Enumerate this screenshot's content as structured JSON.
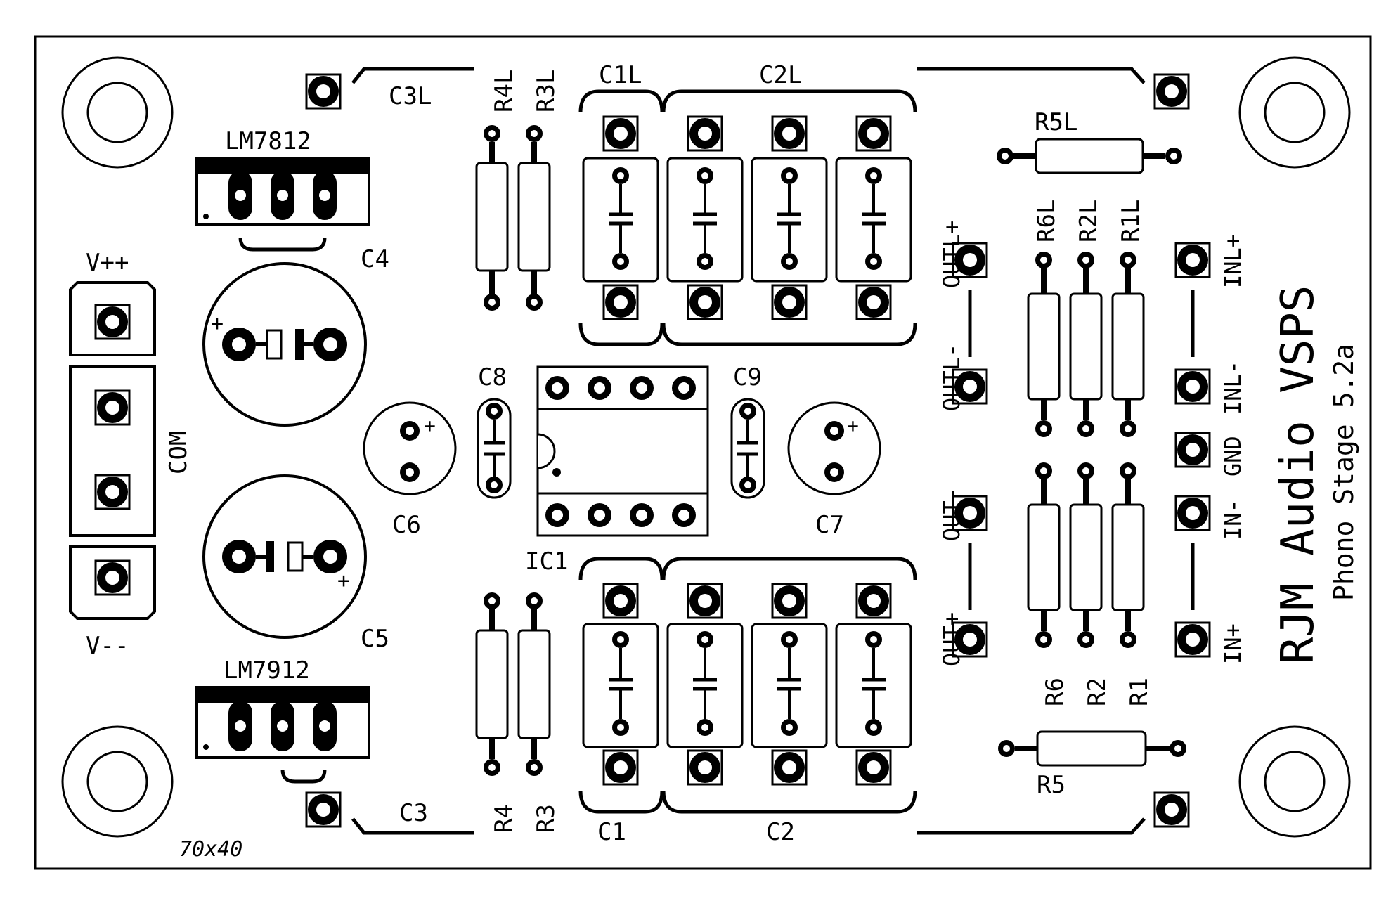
{
  "board": {
    "size_label": "70x40"
  },
  "title_block": {
    "brand": "RJM Audio VSPS",
    "subtitle": "Phono Stage 5.2a"
  },
  "regulators": {
    "positive": "LM7812",
    "negative": "LM7912"
  },
  "power_header": {
    "vpp": "V++",
    "com": "COM",
    "vmm": "V--"
  },
  "ic": {
    "ref": "IC1"
  },
  "capacitors": {
    "c3l": "C3L",
    "c3": "C3",
    "c4": "C4",
    "c5": "C5",
    "c6": "C6",
    "c7": "C7",
    "c8": "C8",
    "c9": "C9",
    "c1l": "C1L",
    "c2l": "C2L",
    "c1": "C1",
    "c2": "C2"
  },
  "resistors": {
    "r4l": "R4L",
    "r3l": "R3L",
    "r4": "R4",
    "r3": "R3",
    "r5l": "R5L",
    "r5": "R5",
    "r6l": "R6L",
    "r2l": "R2L",
    "r1l": "R1L",
    "r6": "R6",
    "r2": "R2",
    "r1": "R1"
  },
  "connectors": {
    "outl_plus": "OUTL+",
    "outl_minus": "OUTL-",
    "out_minus": "OUT-",
    "out_plus": "OUT+",
    "inl_plus": "INL+",
    "inl_minus": "INL-",
    "gnd": "GND",
    "in_minus": "IN-",
    "in_plus": "IN+"
  },
  "polarity": {
    "plus": "+"
  }
}
